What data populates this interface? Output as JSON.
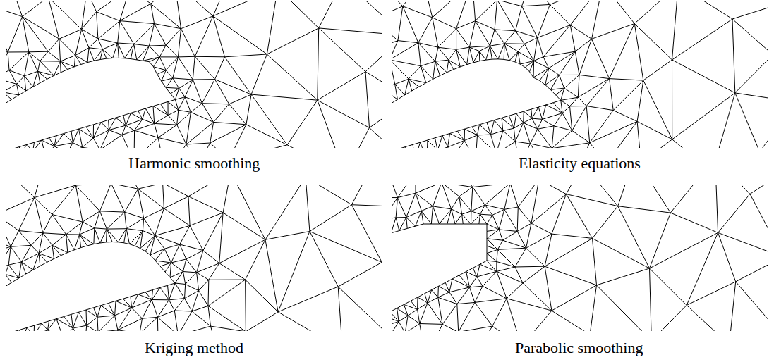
{
  "diagram": {
    "labels": [
      "Harmonic smoothing",
      "Elasticity equations",
      "Kriging method",
      "Parabolic smoothing"
    ]
  }
}
